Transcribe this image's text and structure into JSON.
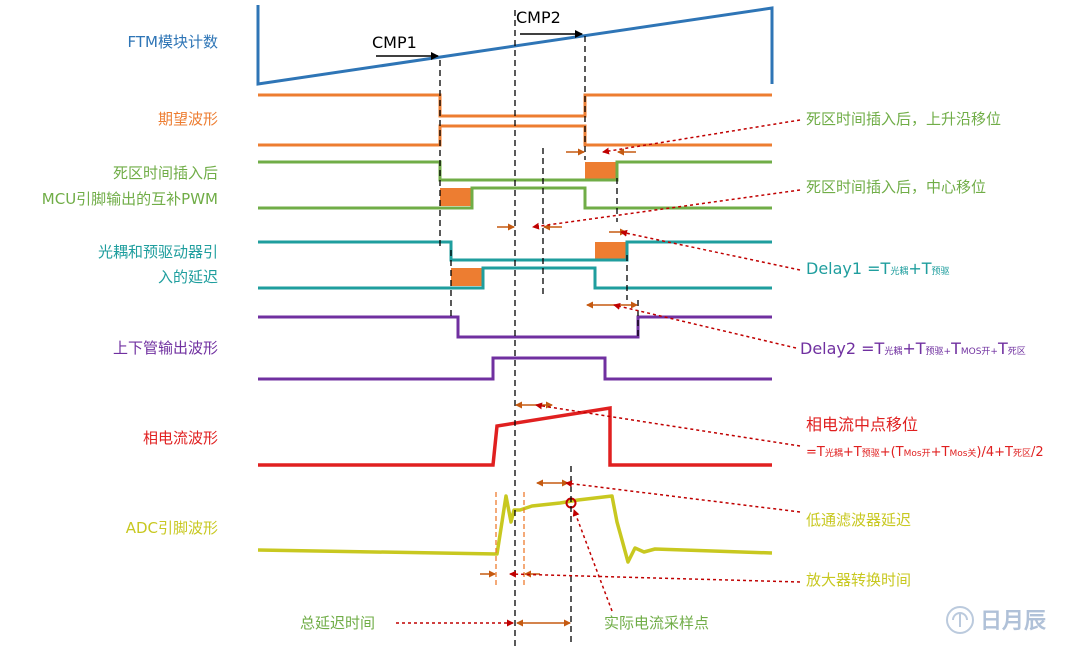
{
  "signals": {
    "ftm": {
      "label": "FTM模块计数",
      "color": "#2e75b6"
    },
    "expected": {
      "label": "期望波形",
      "color": "#ed7d31"
    },
    "deadtime": {
      "label_line1": "死区时间插入后",
      "label_line2": "MCU引脚输出的互补PWM",
      "color": "#70ad47"
    },
    "optocoupler": {
      "label_line1": "光耦和预驱动器引",
      "label_line2": "入的延迟",
      "color": "#1f9e9e"
    },
    "mosfet": {
      "label": "上下管输出波形",
      "color": "#7030a0"
    },
    "phase_current": {
      "label": "相电流波形",
      "color": "#e02020"
    },
    "adc": {
      "label": "ADC引脚波形",
      "color": "#c8c820"
    }
  },
  "markers": {
    "cmp1": "CMP1",
    "cmp2": "CMP2"
  },
  "annotations": {
    "rising_shift": "死区时间插入后，上升沿移位",
    "center_shift": "死区时间插入后，中心移位",
    "delay1": {
      "prefix": "Delay1 =T",
      "s1": "光耦",
      "plus": "+T",
      "s2": "预驱"
    },
    "delay2": {
      "prefix": "Delay2 =T",
      "s1": "光耦",
      "p1": "+T",
      "s2": "预驱+",
      "p2": "T",
      "s3": "MOS开+",
      "p3": "T",
      "s4": "死区"
    },
    "current_center_shift": "相电流中点移位",
    "formula": {
      "a": "=T",
      "s1": "光耦",
      "b": "+T",
      "s2": "预驱",
      "c": "+(T",
      "s3": "Mos开",
      "d": "+T",
      "s4": "Mos关",
      "e": ")/4+T",
      "s5": "死区",
      "f": "/2"
    },
    "lowpass": "低通滤波器延迟",
    "amp_time": "放大器转换时间",
    "total_delay": "总延迟时间",
    "sample_point": "实际电流采样点"
  },
  "watermark": {
    "text": "日月辰"
  },
  "colors": {
    "orange_fill": "#ed7d31",
    "dash_black": "#000000",
    "dash_red": "#c00000",
    "arrow_brown": "#c55a11"
  }
}
